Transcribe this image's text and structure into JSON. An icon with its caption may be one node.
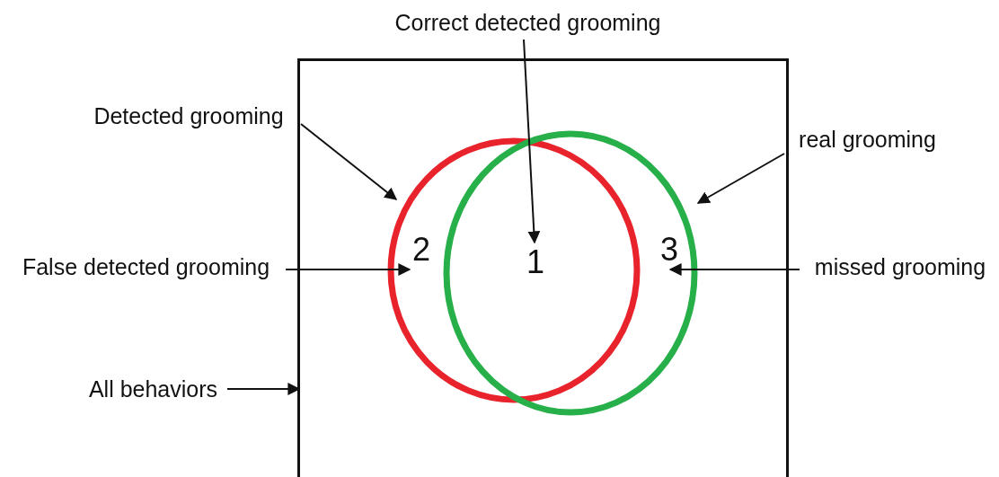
{
  "diagram": {
    "nodes": [
      {
        "text": [],
        "shape": "box"
      },
      {
        "text": [],
        "shape": "circle",
        "in": 0
      },
      {
        "text": [],
        "shape": "circle",
        "in": 0
      },
      {
        "text": [
          "1"
        ]
      },
      {
        "text": [
          "2"
        ],
        "in": 1
      },
      {
        "text": [
          "3"
        ],
        "in": 2
      },
      {
        "text": [
          "Correct detected grooming"
        ]
      },
      {
        "text": [
          "Detected grooming"
        ]
      },
      {
        "text": [
          "real grooming"
        ]
      },
      {
        "text": [
          "False detected grooming"
        ]
      },
      {
        "text": [
          "missed grooming"
        ]
      },
      {
        "text": [
          "All behaviors"
        ]
      }
    ],
    "edges": [
      {
        "from": 6,
        "to": 3,
        "arrow": "to"
      },
      {
        "from": 7,
        "to": 1,
        "arrow": "to"
      },
      {
        "from": 8,
        "to": 2,
        "arrow": "to"
      },
      {
        "from": 9,
        "to": 4,
        "arrow": "to"
      },
      {
        "from": 10,
        "to": 5,
        "arrow": "to"
      },
      {
        "from": 11,
        "to": 0,
        "arrow": "to"
      }
    ]
  }
}
